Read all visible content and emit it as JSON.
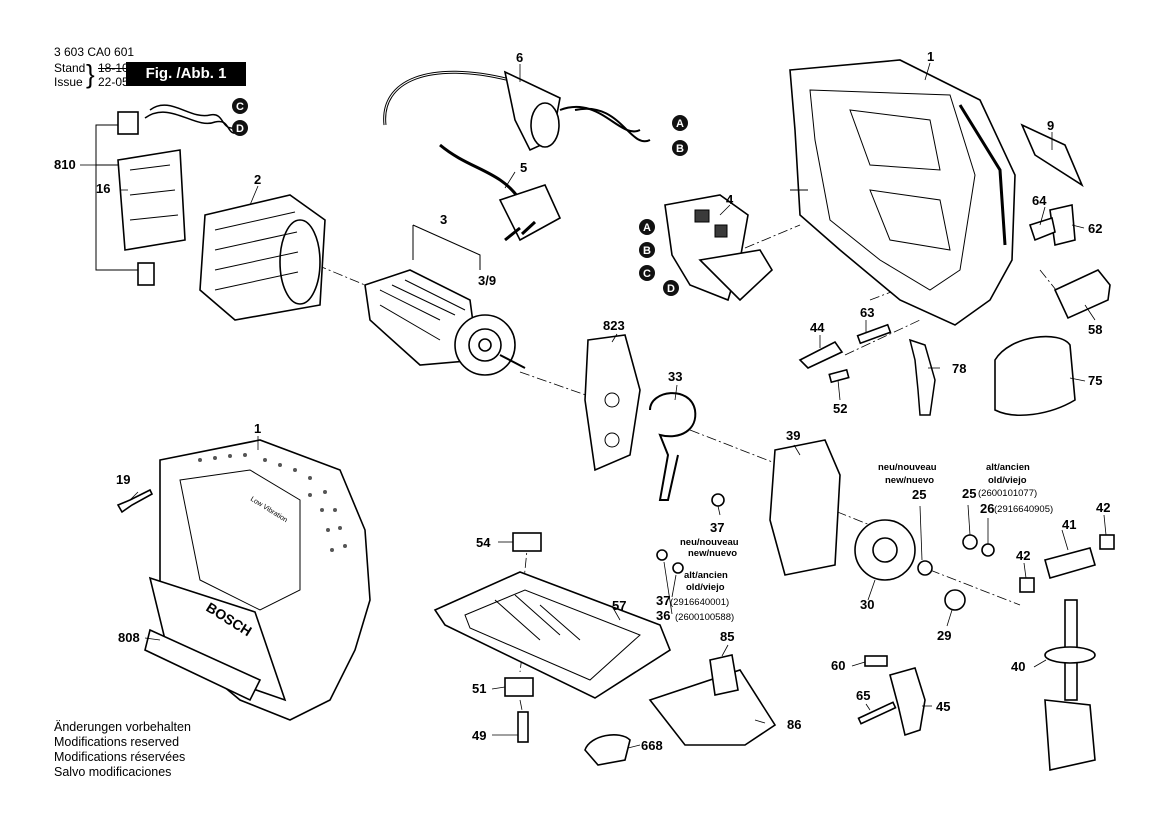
{
  "header": {
    "doc_number": "3 603 CA0 601",
    "stand_label": "Stand",
    "issue_label": "Issue",
    "old_date": "18-10",
    "new_date": "22-05-18",
    "figure_label": "Fig. /Abb. 1"
  },
  "footer_notes": [
    "Änderungen vorbehalten",
    "Modifications reserved",
    "Modifications réservées",
    "Salvo modificaciones"
  ],
  "connectors": [
    "A",
    "B",
    "C",
    "D"
  ],
  "parts": {
    "p1a": "1",
    "p1b": "1",
    "p2": "2",
    "p3": "3",
    "p3_9": "3/9",
    "p4": "4",
    "p5": "5",
    "p6": "6",
    "p9": "9",
    "p16": "16",
    "p19": "19",
    "p25a": "25",
    "p25b": "25",
    "p26": "26",
    "p29": "29",
    "p30": "30",
    "p33": "33",
    "p36": "36",
    "p37a": "37",
    "p37b": "37",
    "p39": "39",
    "p40": "40",
    "p41": "41",
    "p42a": "42",
    "p42b": "42",
    "p44": "44",
    "p45": "45",
    "p49": "49",
    "p51": "51",
    "p52": "52",
    "p54": "54",
    "p57": "57",
    "p58": "58",
    "p60": "60",
    "p62": "62",
    "p63": "63",
    "p64": "64",
    "p65": "65",
    "p75": "75",
    "p78": "78",
    "p85": "85",
    "p86": "86",
    "p668": "668",
    "p808": "808",
    "p810": "810",
    "p823": "823"
  },
  "annotations": {
    "neu_25_l1": "neu/nouveau",
    "neu_25_l2": "new/nuevo",
    "alt_25_l1": "alt/ancien",
    "alt_25_l2": "old/viejo",
    "code_25": "(2600101077)",
    "code_26": "(2916640905)",
    "neu_37_l1": "neu/nouveau",
    "neu_37_l2": "new/nuevo",
    "alt_37_l1": "alt/ancien",
    "alt_37_l2": "old/viejo",
    "code_37": "(2916640001)",
    "code_36": "(2600100588)"
  },
  "housing_text": {
    "brand": "BOSCH",
    "feature": "Low Vibration"
  }
}
